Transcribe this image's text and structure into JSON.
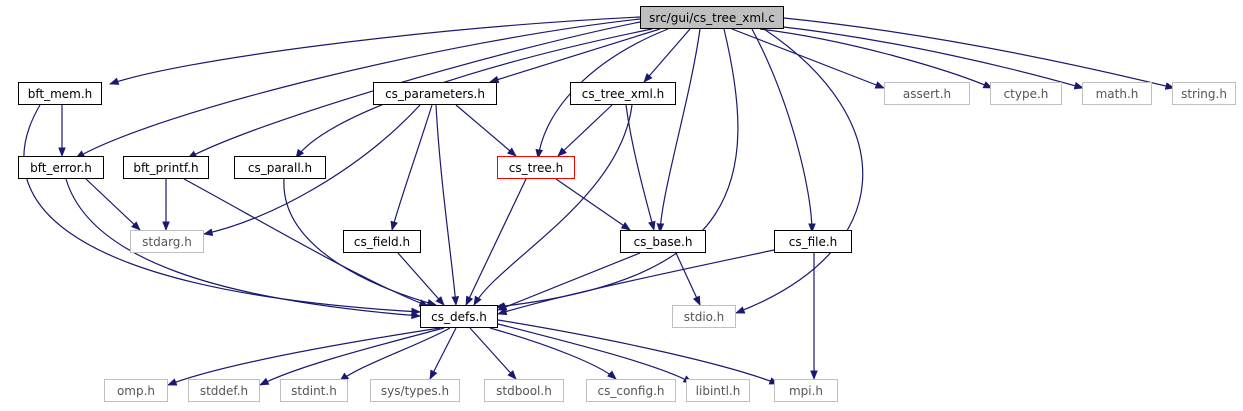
{
  "colors": {
    "edge": "#191970",
    "box": "#000000",
    "system_box": "#bfbfbf",
    "highlight_box": "#ff0000",
    "root_fill": "#bfbfbf"
  },
  "nodes": {
    "root": "src/gui/cs_tree_xml.c",
    "bft_mem": "bft_mem.h",
    "cs_parameters": "cs_parameters.h",
    "cs_tree_xml_h": "cs_tree_xml.h",
    "assert": "assert.h",
    "ctype": "ctype.h",
    "math": "math.h",
    "string": "string.h",
    "bft_error": "bft_error.h",
    "bft_printf": "bft_printf.h",
    "cs_parall": "cs_parall.h",
    "cs_tree": "cs_tree.h",
    "stdarg": "stdarg.h",
    "cs_field": "cs_field.h",
    "cs_base": "cs_base.h",
    "cs_file": "cs_file.h",
    "cs_defs": "cs_defs.h",
    "stdio": "stdio.h",
    "omp": "omp.h",
    "stddef": "stddef.h",
    "stdint": "stdint.h",
    "sys_types": "sys/types.h",
    "stdbool": "stdbool.h",
    "cs_config": "cs_config.h",
    "libintl": "libintl.h",
    "mpi": "mpi.h"
  }
}
